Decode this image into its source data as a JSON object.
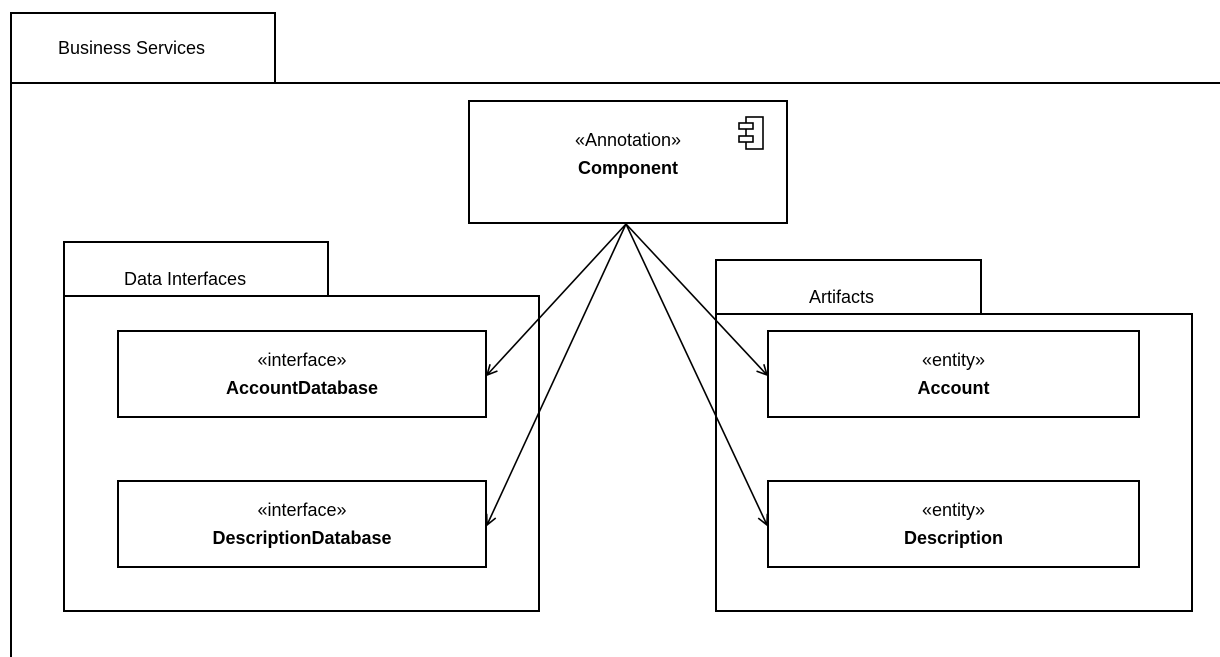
{
  "packages": {
    "business_services": {
      "label": "Business Services"
    },
    "data_interfaces": {
      "label": "Data Interfaces"
    },
    "artifacts": {
      "label": "Artifacts"
    }
  },
  "component": {
    "stereotype": "«Annotation»",
    "name": "Component",
    "icon": "uml-component-icon"
  },
  "interfaces": [
    {
      "stereotype": "«interface»",
      "name": "AccountDatabase"
    },
    {
      "stereotype": "«interface»",
      "name": "DescriptionDatabase"
    }
  ],
  "entities": [
    {
      "stereotype": "«entity»",
      "name": "Account"
    },
    {
      "stereotype": "«entity»",
      "name": "Description"
    }
  ],
  "connectors": [
    {
      "from": "Component",
      "to": "AccountDatabase",
      "style": "open-arrow"
    },
    {
      "from": "Component",
      "to": "DescriptionDatabase",
      "style": "open-arrow"
    },
    {
      "from": "Component",
      "to": "Account",
      "style": "open-arrow"
    },
    {
      "from": "Component",
      "to": "Description",
      "style": "open-arrow"
    }
  ]
}
